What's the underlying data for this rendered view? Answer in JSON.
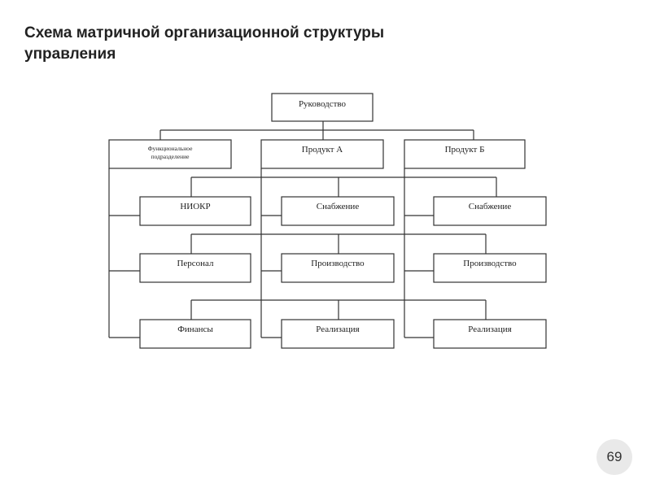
{
  "title": {
    "line1": "Схема матричной организационной структуры",
    "line2": "управления"
  },
  "diagram": {
    "top": "Руководство",
    "functional": [
      "Функциональное",
      "подразделение"
    ],
    "product_a": "Продукт А",
    "product_b": "Продукт Б",
    "func_units": [
      "НИОКР",
      "Персонал",
      "Финансы"
    ],
    "product_a_units": [
      "Снабжение",
      "Производство",
      "Реализация"
    ],
    "product_b_units": [
      "Снабжение",
      "Производство",
      "Реализация"
    ]
  },
  "page_number": "69"
}
